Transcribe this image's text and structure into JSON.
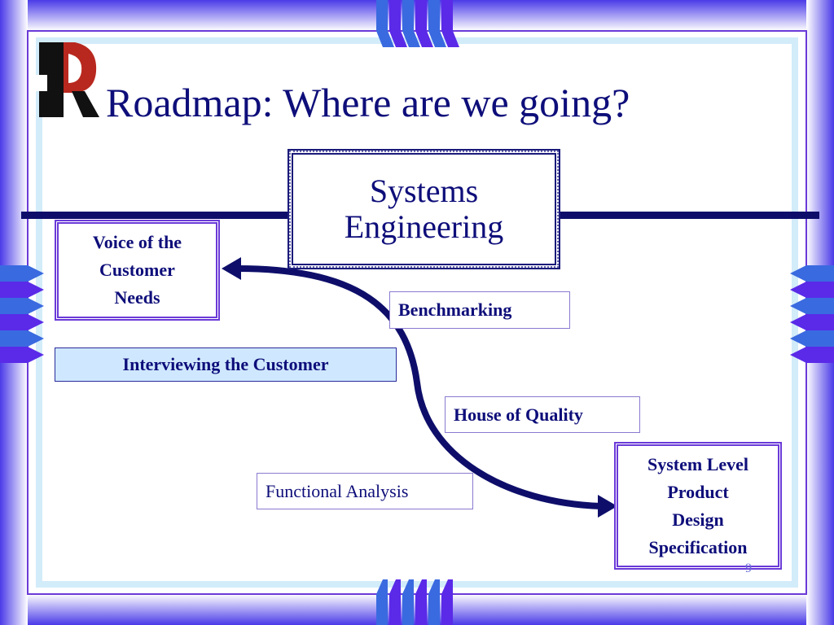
{
  "slide": {
    "title": "Roadmap:  Where are we going?",
    "page_number": "9"
  },
  "logo": {
    "letter": "R",
    "icon": "r-logo-icon"
  },
  "center_box": {
    "line1": "Systems",
    "line2": "Engineering"
  },
  "start_box": {
    "line1": "Voice of the",
    "line2": "Customer",
    "line3": "Needs"
  },
  "end_box": {
    "line1": "System Level",
    "line2": "Product",
    "line3": "Design",
    "line4": "Specification"
  },
  "steps": {
    "benchmarking": "Benchmarking",
    "interviewing": "Interviewing the Customer",
    "house_of_quality": "House of Quality",
    "functional_analysis": "Functional Analysis"
  },
  "colors": {
    "text_navy": "#0e0e7a",
    "frame_purple": "#6a3ad8",
    "border_gradient_blue": "#3a2ae8",
    "inner_panel": "#d2ecfa",
    "interview_fill": "#cfe8ff"
  }
}
